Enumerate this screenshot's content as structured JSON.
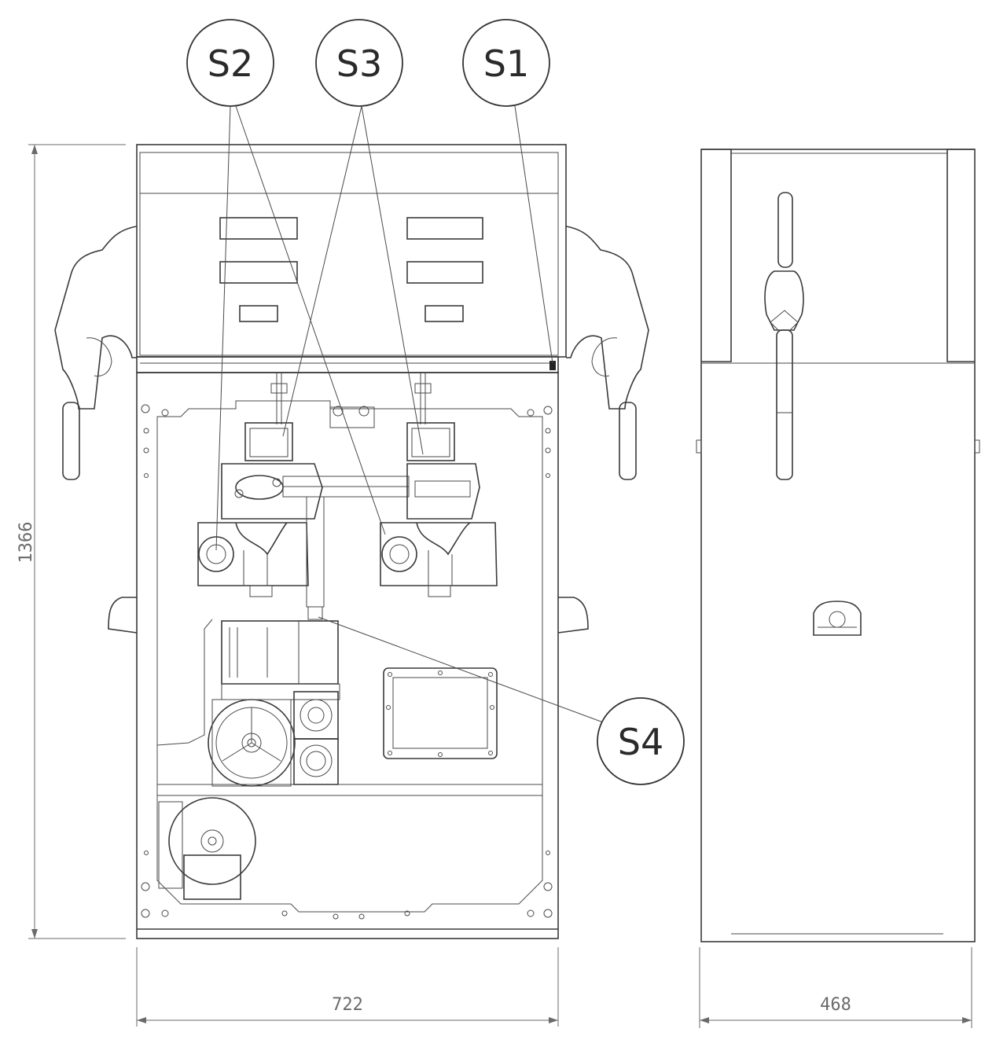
{
  "callouts": {
    "s2": "S2",
    "s3": "S3",
    "s1": "S1",
    "s4": "S4"
  },
  "dimensions": {
    "height": "1366",
    "front_width": "722",
    "side_width": "468"
  }
}
